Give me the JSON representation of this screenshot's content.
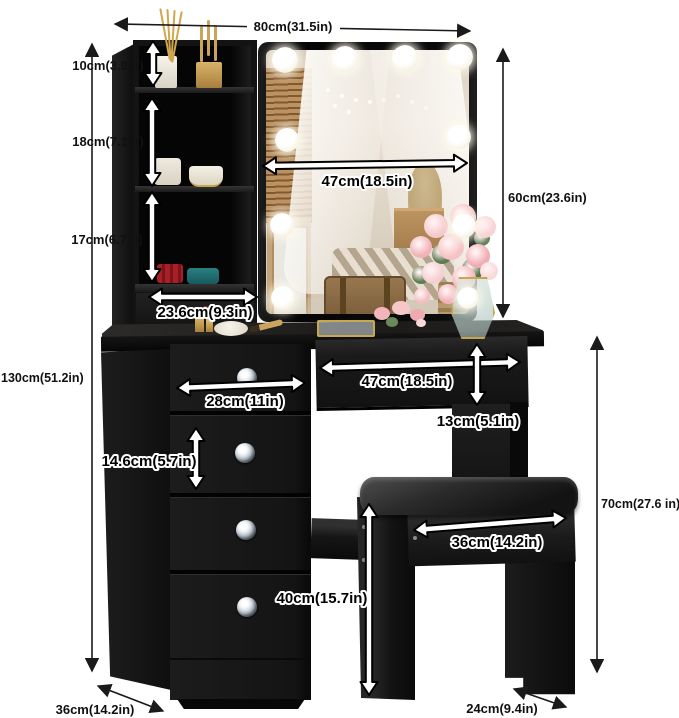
{
  "diagram": {
    "subject": "vanity-table-with-mirror-and-stool-dimensions",
    "colors": {
      "furniture": "#121212",
      "background": "#ffffff",
      "arrow_outline_fill": "#ffffff",
      "arrow_thin": "#1a1a1a",
      "bulb": "#ffffff"
    },
    "dimensions": {
      "total_width": "80cm(31.5in)",
      "top_shelf_height": "10cm(3.9in)",
      "middle_shelf_height": "18cm(7.1in)",
      "lower_shelf_height": "17cm(6.7in)",
      "shelf_width": "23.6cm(9.3in)",
      "mirror_width": "47cm(18.5in)",
      "mirror_height": "60cm(23.6in)",
      "total_height": "130cm(51.2in)",
      "left_drawer_width": "28cm(11in)",
      "center_drawer_width": "47cm(18.5in)",
      "center_drawer_height": "13cm(5.1in)",
      "side_drawer_height": "14.6cm(5.7in)",
      "bottom_drawer_height": "40cm(15.7in)",
      "stool_width": "36cm(14.2in)",
      "stool_height": "70cm(27.6 in)",
      "desk_depth": "36cm(14.2in)",
      "stool_depth": "24cm(9.4in)"
    }
  }
}
